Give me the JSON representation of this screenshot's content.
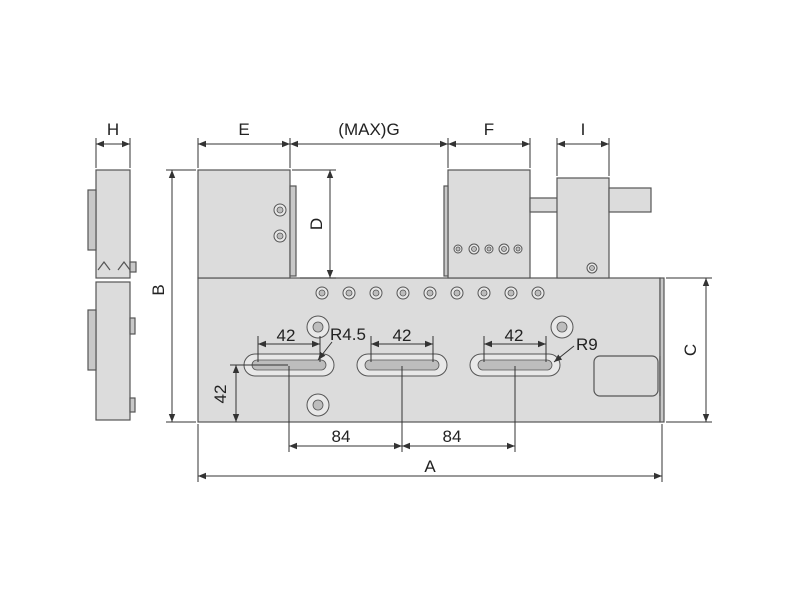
{
  "labels": {
    "H": "H",
    "E": "E",
    "G": "(MAX)G",
    "F": "F",
    "I": "I",
    "D": "D",
    "B": "B",
    "C": "C",
    "A": "A",
    "slot1_len": "42",
    "slot2_len": "42",
    "slot3_len": "42",
    "slot_height": "42",
    "pitch1": "84",
    "pitch2": "84",
    "r_small": "R4.5",
    "r_large": "R9"
  }
}
